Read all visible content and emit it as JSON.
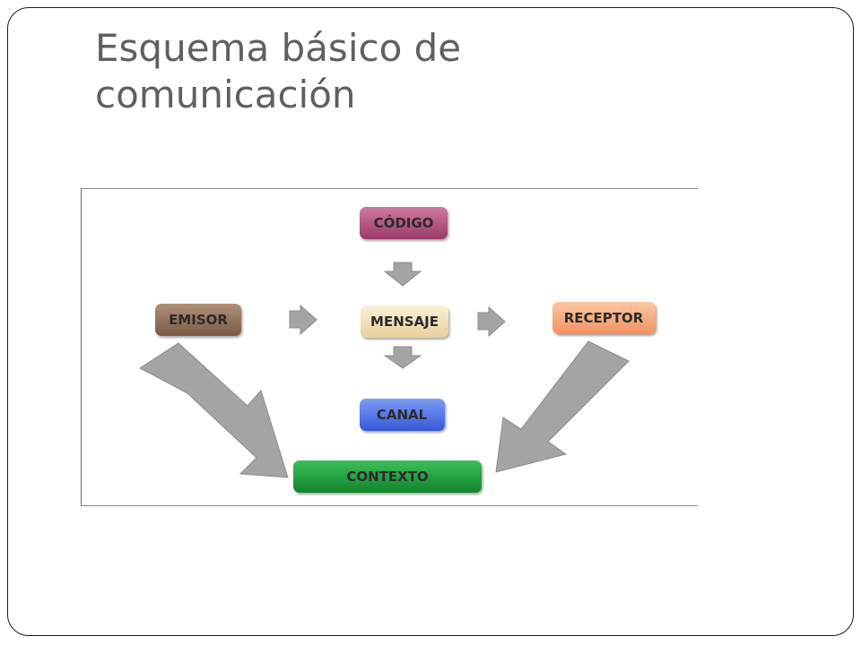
{
  "slide": {
    "title_line1": "Esquema básico de",
    "title_line2": "comunicación"
  },
  "diagram": {
    "nodes": {
      "codigo": {
        "label": "CÓDIGO",
        "color": "#b04a78"
      },
      "emisor": {
        "label": "EMISOR",
        "color": "#8a6a52"
      },
      "mensaje": {
        "label": "MENSAJE",
        "color": "#f2dfb4"
      },
      "receptor": {
        "label": "RECEPTOR",
        "color": "#f7a977"
      },
      "canal": {
        "label": "CANAL",
        "color": "#4f74e8"
      },
      "contexto": {
        "label": "CONTEXTO",
        "color": "#1e9a3a"
      }
    },
    "arrow_color": "#a4a4a4"
  }
}
